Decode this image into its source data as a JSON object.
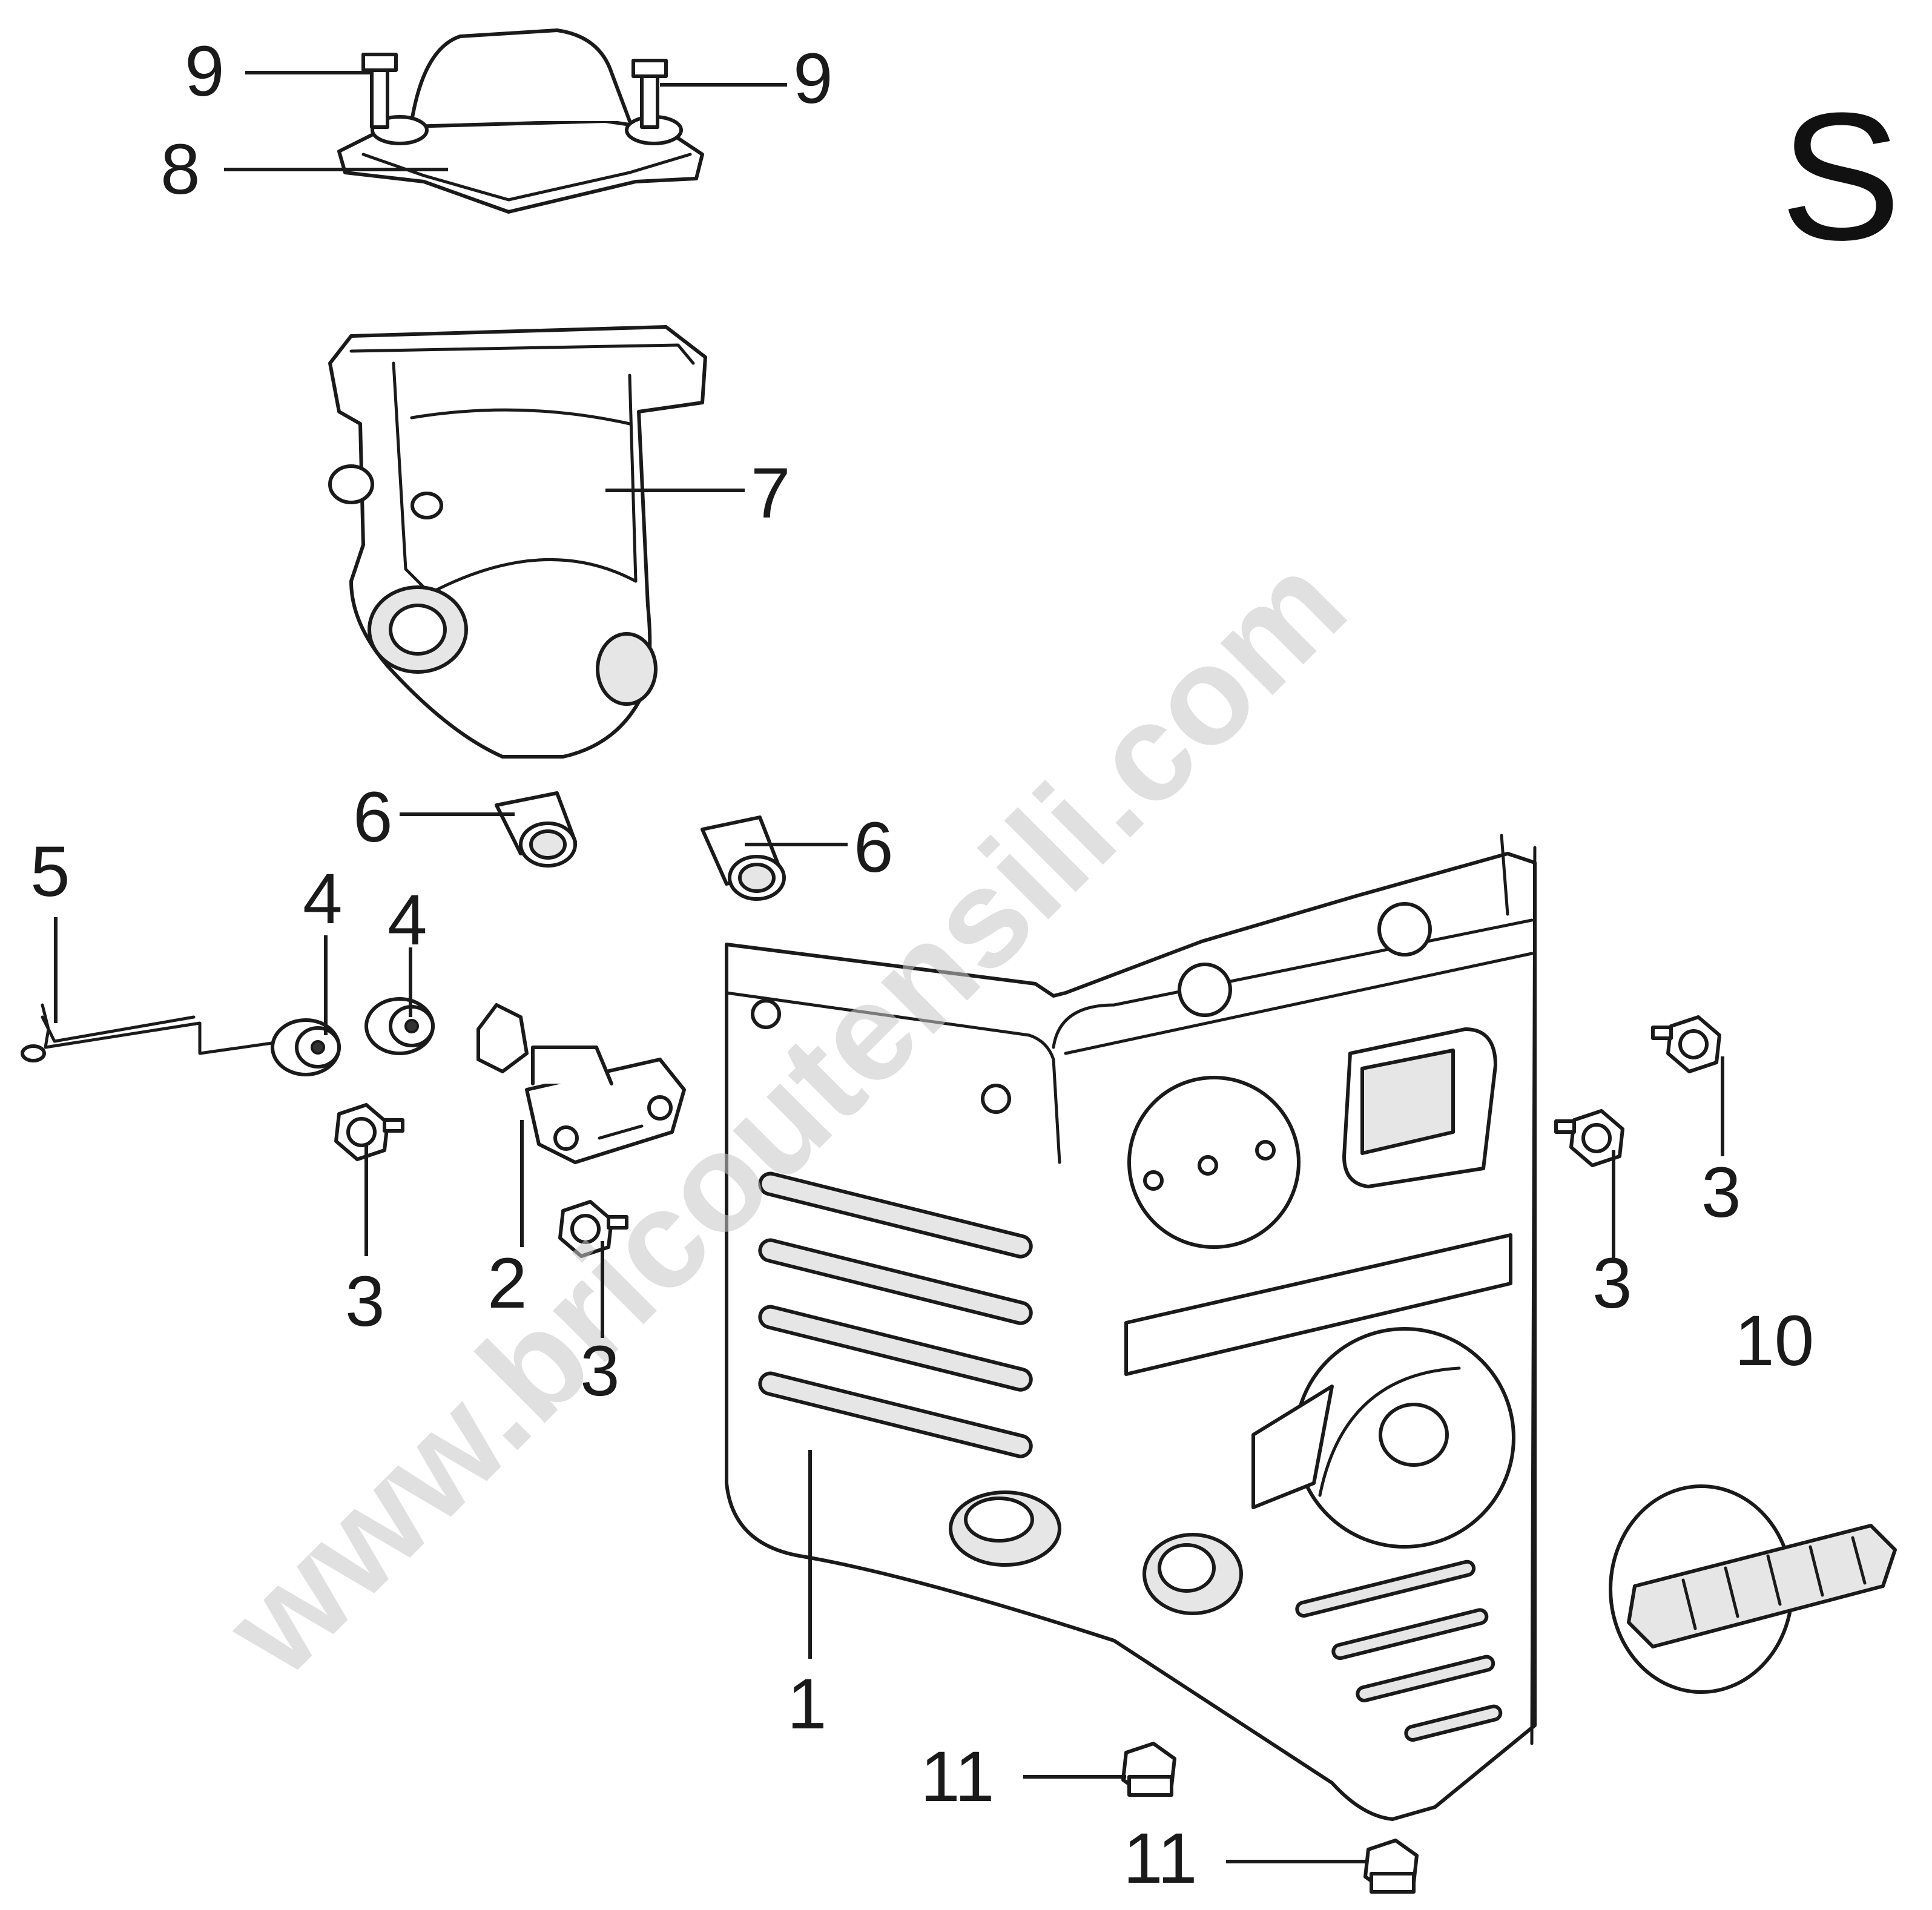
{
  "corner_letter": "S",
  "watermark": "www.bricoutensili.com",
  "callouts": {
    "c9_left": "9",
    "c9_right": "9",
    "c8": "8",
    "c7": "7",
    "c6_left": "6",
    "c6_right": "6",
    "c5": "5",
    "c4_left": "4",
    "c4_right": "4",
    "c3_a": "3",
    "c3_b": "3",
    "c3_c": "3",
    "c3_d": "3",
    "c2": "2",
    "c1": "1",
    "c10": "10",
    "c11_upper": "11",
    "c11_lower": "11"
  }
}
